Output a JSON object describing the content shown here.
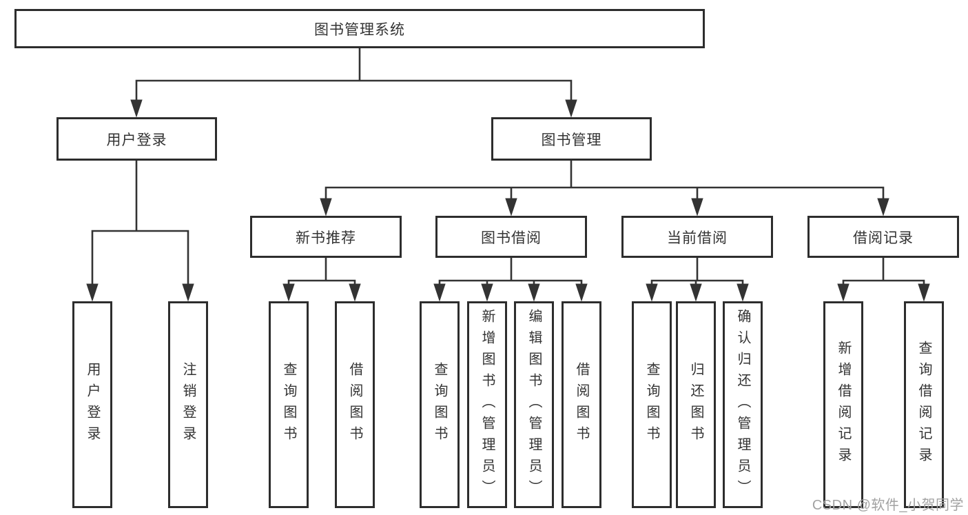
{
  "diagram": {
    "root_label": "图书管理系统",
    "level2": [
      {
        "label": "用户登录",
        "children": [
          {
            "label": "用户登录"
          },
          {
            "label": "注销登录"
          }
        ]
      },
      {
        "label": "图书管理",
        "groups": [
          {
            "label": "新书推荐",
            "children": [
              {
                "label": "查询图书"
              },
              {
                "label": "借阅图书"
              }
            ]
          },
          {
            "label": "图书借阅",
            "children": [
              {
                "label": "查询图书"
              },
              {
                "label": "新增图书（管理员）"
              },
              {
                "label": "编辑图书（管理员）"
              },
              {
                "label": "借阅图书"
              }
            ]
          },
          {
            "label": "当前借阅",
            "children": [
              {
                "label": "查询图书"
              },
              {
                "label": "归还图书"
              },
              {
                "label": "确认归还（管理员）"
              }
            ]
          },
          {
            "label": "借阅记录",
            "children": [
              {
                "label": "新增借阅记录"
              },
              {
                "label": "查询借阅记录"
              }
            ]
          }
        ]
      }
    ],
    "watermark": "CSDN @软件_小贺同学",
    "colors": {
      "line": "#333333",
      "box_border": "#2d2d2d",
      "box_fill": "#ffffff",
      "text": "#333333",
      "watermark": "#a2a2a2",
      "background": "#ffffff"
    }
  }
}
